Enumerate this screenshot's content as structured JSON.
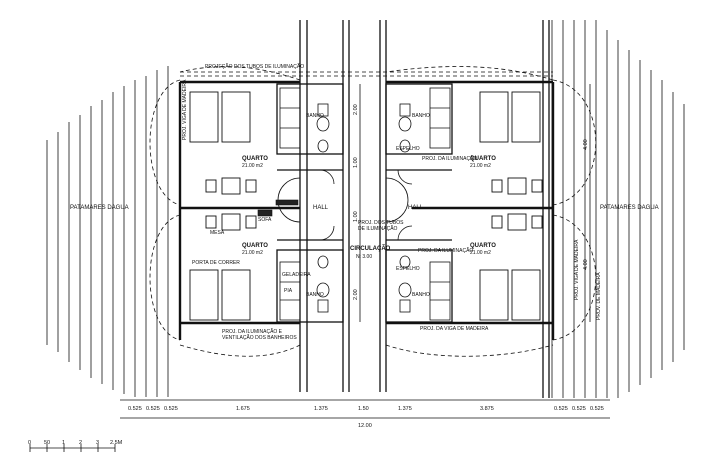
{
  "rooms": {
    "top_left": {
      "name": "QUARTO",
      "area": "21.00 m2"
    },
    "top_right": {
      "name": "QUARTO",
      "area": "21.00 m2"
    },
    "bottom_left": {
      "name": "QUARTO",
      "area": "21.00 m2"
    },
    "bottom_right": {
      "name": "QUARTO",
      "area": "21.00 m2"
    }
  },
  "labels": {
    "projecao_top": "PROJEÇÃO DOS TUBOS DE ILUMINAÇÃO",
    "projecao_bottom_1": "PROJ. DA ILUMINAÇÃO E",
    "projecao_bottom_2": "VENTILAÇÃO DOS BANHEIROS",
    "proj_tubos_1": "PROJ. DOS TUBOS",
    "proj_tubos_2": "DE ILUMINAÇÃO",
    "proj_ilum_tr": "PROJ. DA ILUMINAÇÃO",
    "proj_ilum_br": "PROJ. DA ILUMINAÇÃO",
    "proj_viga": "PROJ. VIGA DE MADEIRA",
    "proj_viga_br": "PROJ. DA VIGA DE MADEIRA",
    "proj_viga_right": "PROJ. VIGA DE MADEIRA",
    "porta_correr": "PORTA DE CORRER",
    "patamares_left": "PATAMARES DAGUA",
    "patamares_right": "PATAMARES DAGUA",
    "banho": "BANHO",
    "espelho": "ESPELHO",
    "hall": "HALL",
    "circulacao": "CIRCULAÇÃO",
    "circ_level": "N: 3.00",
    "mesa": "MESA",
    "geladeira": "GELADEIRA",
    "pia": "PIA",
    "sofa": "SOFA",
    "prov_right": "PROV. DE MADEIRA"
  },
  "dims_vertical": {
    "top": "2.00",
    "mid_top": "1.00",
    "mid_bottom": "1.00",
    "bottom": "2.00",
    "right_top": "4.00",
    "right_bottom": "4.00"
  },
  "dims_bottom": [
    "0.525",
    "0.525",
    "0.525",
    "1.675",
    "1.375",
    "1.50",
    "1.375",
    "3.875",
    "0.525",
    "0.525",
    "0.525"
  ],
  "dim_total": "12.00",
  "scale_bar": [
    "0",
    "50",
    "1",
    "2",
    "3",
    "2.5M"
  ]
}
